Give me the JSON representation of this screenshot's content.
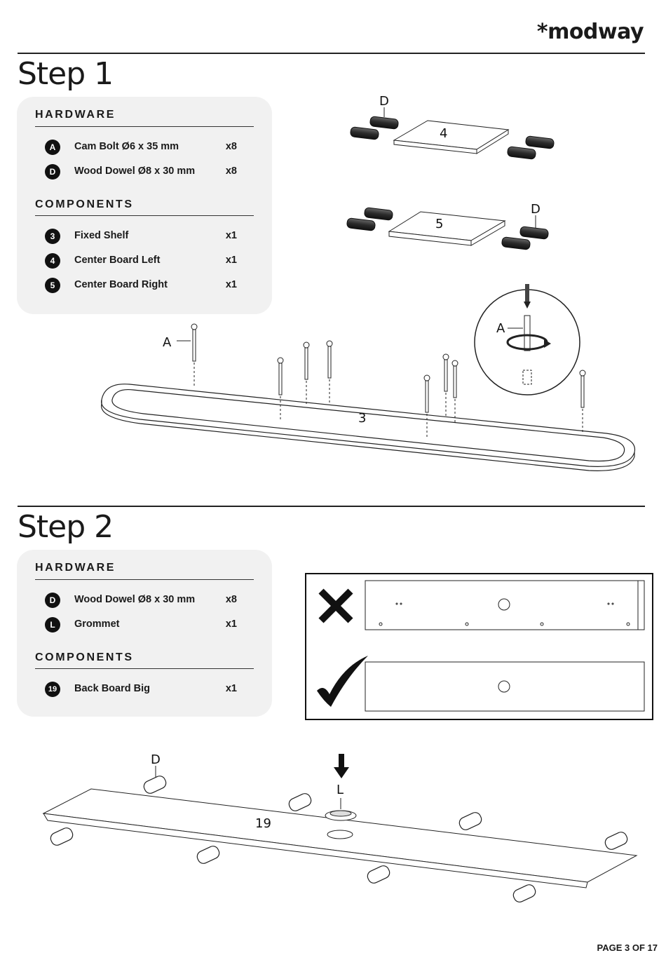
{
  "brand": "*modway",
  "step1": {
    "title": "Step 1",
    "hardware_title": "HARDWARE",
    "hardware": [
      {
        "badge": "A",
        "name": "Cam Bolt Ø6 x 35 mm",
        "qty": "x8"
      },
      {
        "badge": "D",
        "name": "Wood Dowel Ø8 x 30 mm",
        "qty": "x8"
      }
    ],
    "components_title": "COMPONENTS",
    "components": [
      {
        "badge": "3",
        "name": "Fixed Shelf",
        "qty": "x1"
      },
      {
        "badge": "4",
        "name": "Center Board Left",
        "qty": "x1"
      },
      {
        "badge": "5",
        "name": "Center Board Right",
        "qty": "x1"
      }
    ],
    "diagram_labels": {
      "part4": "4",
      "part5": "5",
      "part3": "3",
      "dowel_top": "D",
      "dowel_mid": "D",
      "bolt": "A",
      "bolt_detail": "A"
    }
  },
  "step2": {
    "title": "Step 2",
    "hardware_title": "HARDWARE",
    "hardware": [
      {
        "badge": "D",
        "name": "Wood Dowel Ø8 x 30 mm",
        "qty": "x8"
      },
      {
        "badge": "L",
        "name": "Grommet",
        "qty": "x1"
      }
    ],
    "components_title": "COMPONENTS",
    "components": [
      {
        "badge": "19",
        "name": "Back Board Big",
        "qty": "x1"
      }
    ],
    "diagram_labels": {
      "part19": "19",
      "dowel": "D",
      "grommet": "L"
    }
  },
  "footer": {
    "page": "PAGE 3 OF 17"
  }
}
